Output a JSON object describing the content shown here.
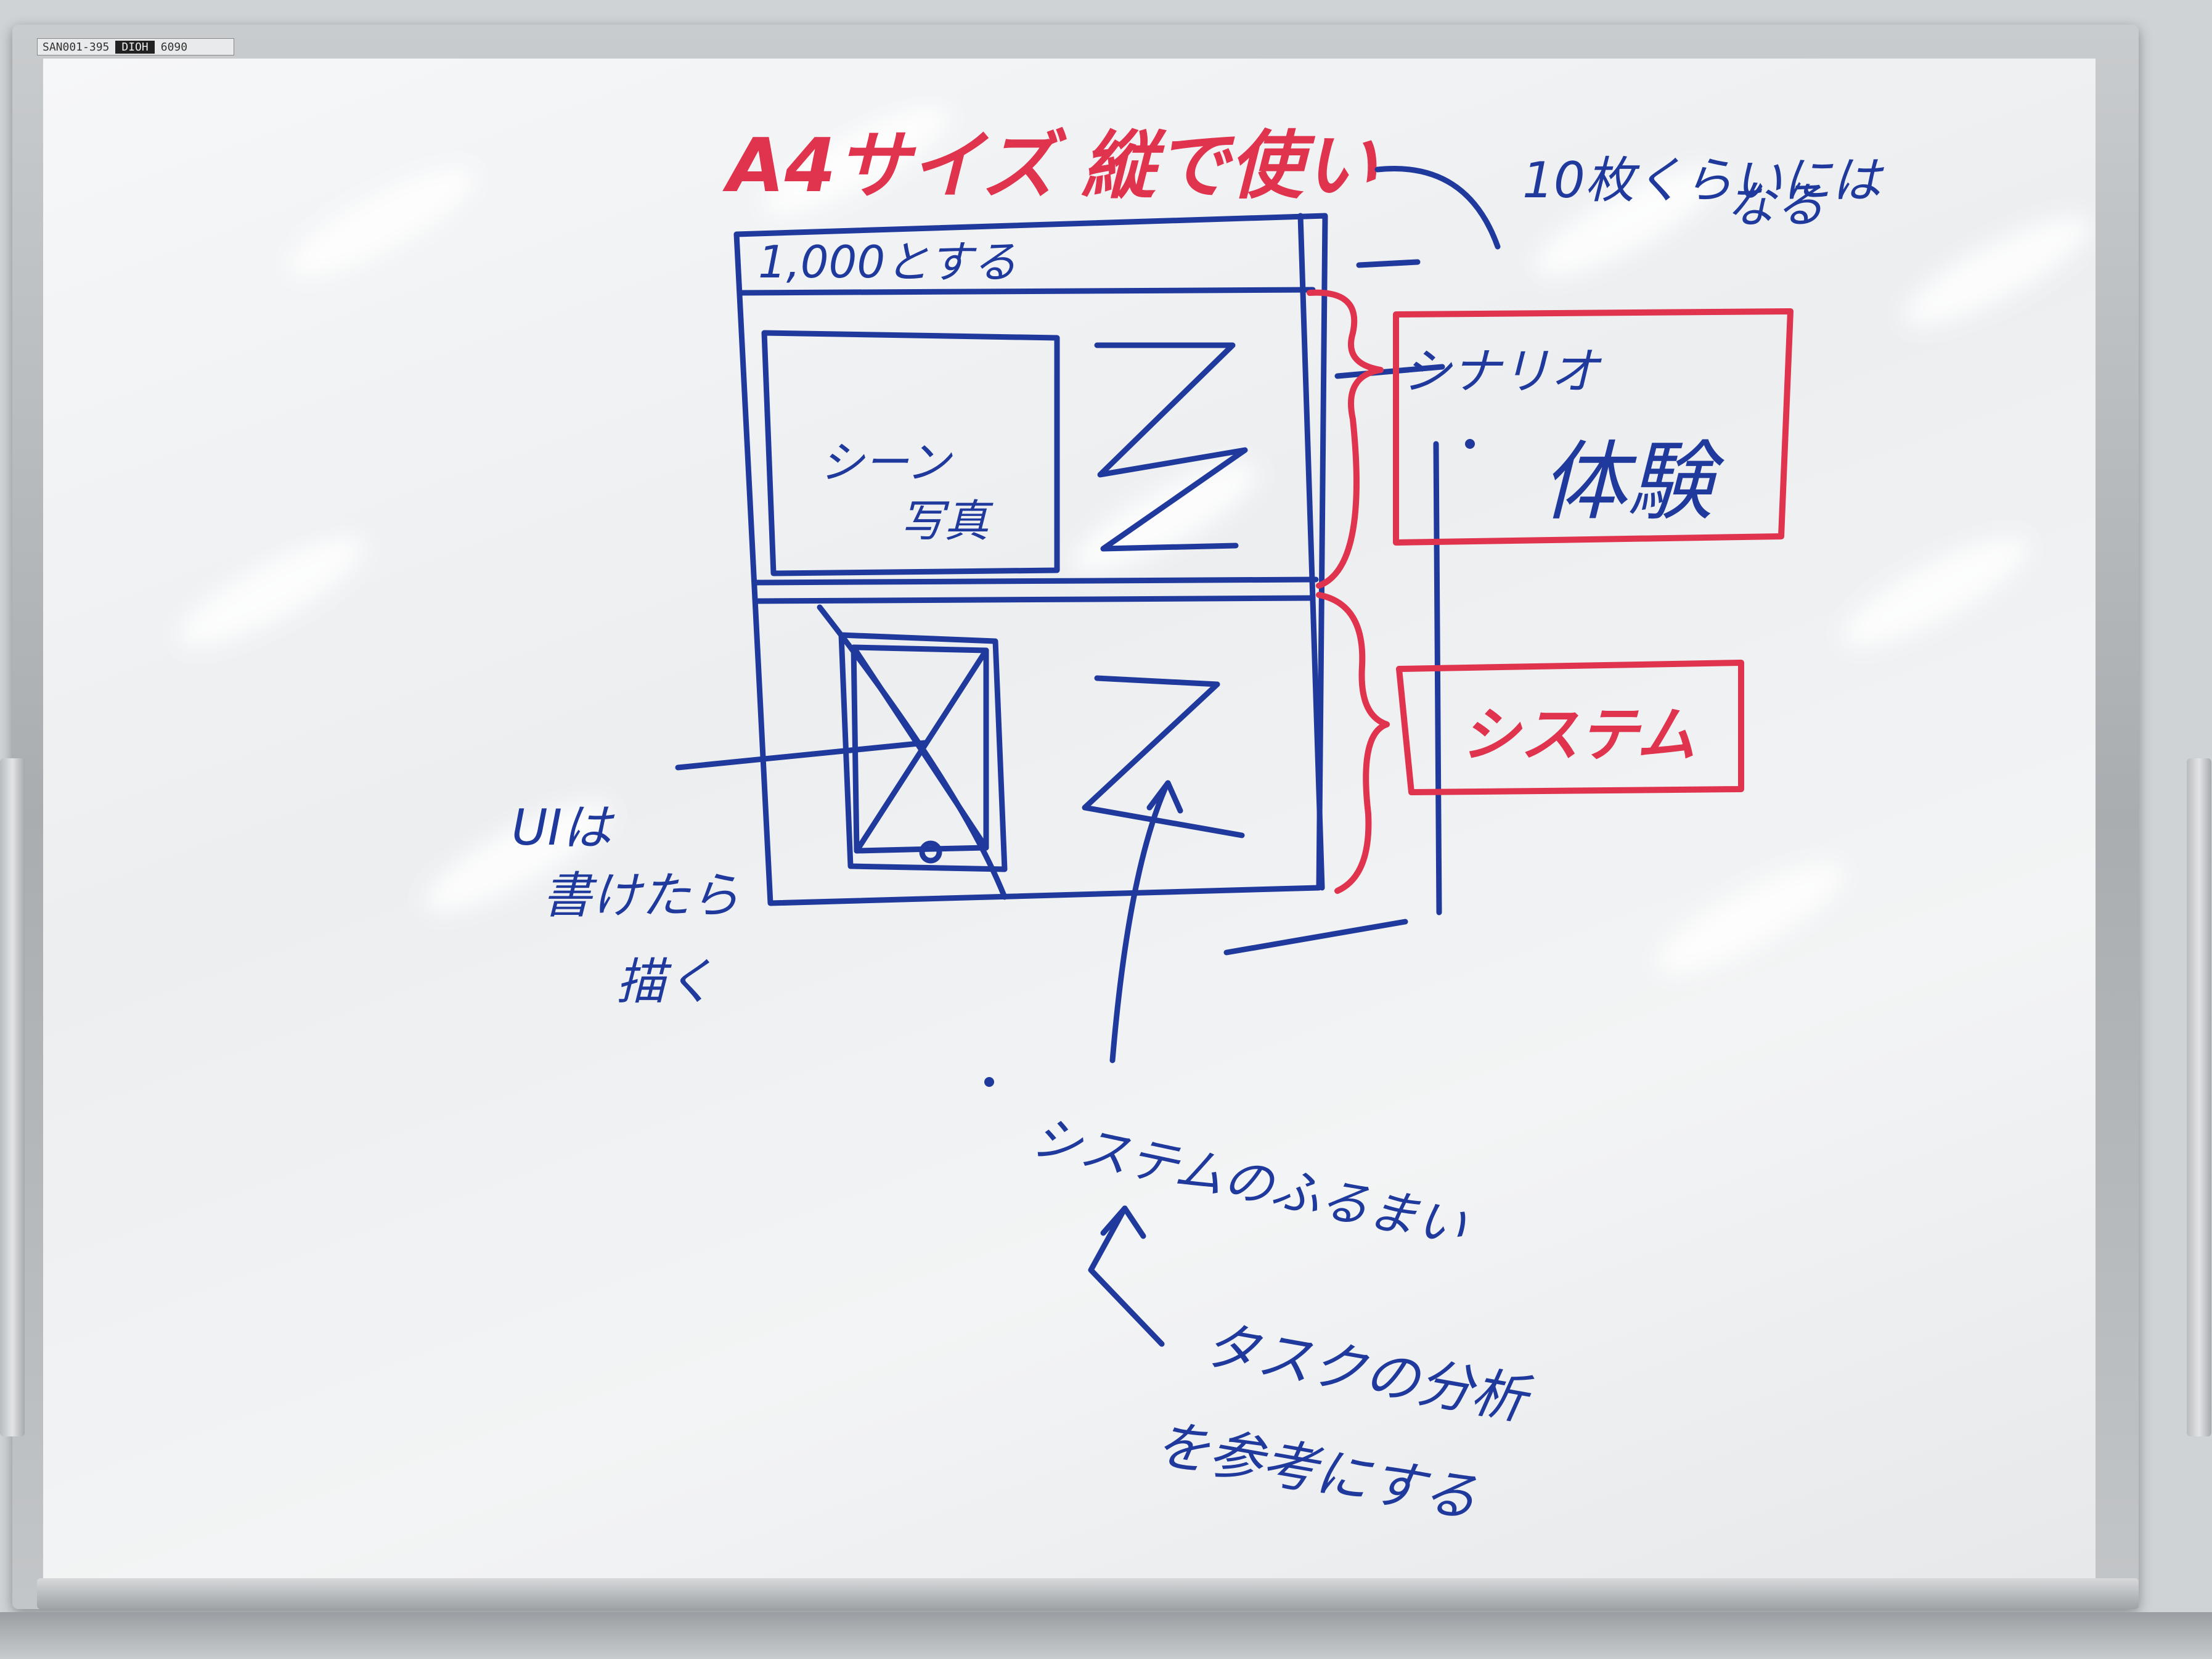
{
  "board_label": {
    "left": "SAN001-395",
    "middle": "DIOH",
    "right": "6090"
  },
  "notes": {
    "title": "A4サイズ 縦で使い",
    "count_note_line1": "10枚くらいには",
    "count_note_line2": "なる",
    "header_box": "1,000とする",
    "scene_photo_line1": "シーン",
    "scene_photo_line2": "写真",
    "scenario": "シナリオ",
    "experience": "体験",
    "system": "システム",
    "ui_note_line1": "UIは",
    "ui_note_line2": "書けたら",
    "ui_note_line3": "描く",
    "behavior": "システムのふるまい",
    "task_line1": "タスクの分析",
    "task_line2": "を参考にする"
  },
  "colors": {
    "blue_ink": "#1f3a9c",
    "red_ink": "#e0334d",
    "board": "#f2f3f4"
  }
}
